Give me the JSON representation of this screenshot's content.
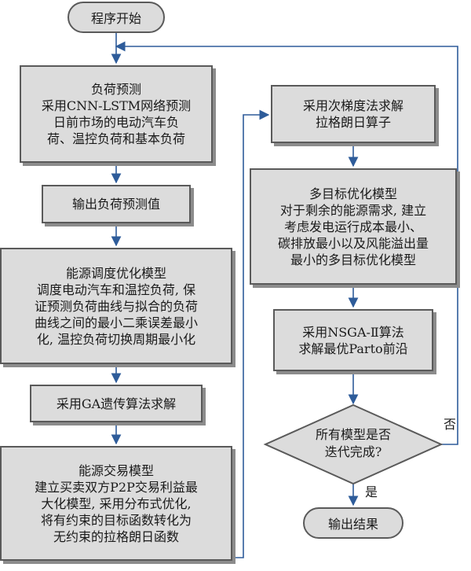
{
  "start": "程序开始",
  "load_forecast": {
    "title": "负荷预测",
    "lines": [
      "采用CNN-LSTM网络预测",
      "日前市场的电动汽车负",
      "荷、温控负荷和基本负荷"
    ]
  },
  "output_forecast": "输出负荷预测值",
  "energy_dispatch": {
    "title": "能源调度优化模型",
    "lines": [
      "调度电动汽车和温控负荷, 保",
      "证预测负荷曲线与拟合的负荷",
      "曲线之间的最小二乘误差最小",
      "化, 温控负荷切换周期最小化"
    ]
  },
  "ga_solve": "采用GA遗传算法求解",
  "energy_trade": {
    "title": "能源交易模型",
    "lines": [
      "建立买卖双方P2P交易利益最",
      "大化模型, 采用分布式优化,",
      "将有约束的目标函数转化为",
      "无约束的拉格朗日函数"
    ]
  },
  "subgradient": {
    "lines": [
      "采用次梯度法求解",
      "拉格朗日算子"
    ]
  },
  "multi_objective": {
    "title": "多目标优化模型",
    "lines": [
      "对于剩余的能源需求, 建立",
      "考虑发电运行成本最小、",
      "碳排放最小以及风能溢出量",
      "最小的多目标优化模型"
    ]
  },
  "nsga": {
    "lines": [
      "采用NSGA-Ⅱ算法",
      "求解最优Parto前沿"
    ]
  },
  "decision": {
    "lines": [
      "所有模型是否",
      "迭代完成?"
    ]
  },
  "no_label": "否",
  "yes_label": "是",
  "end": "输出结果",
  "colors": {
    "arrow": "#2e5c9a",
    "box_fill": "#dcdcdc",
    "box_border": "#5a5a5a",
    "shadow": "#8c8c8c"
  }
}
